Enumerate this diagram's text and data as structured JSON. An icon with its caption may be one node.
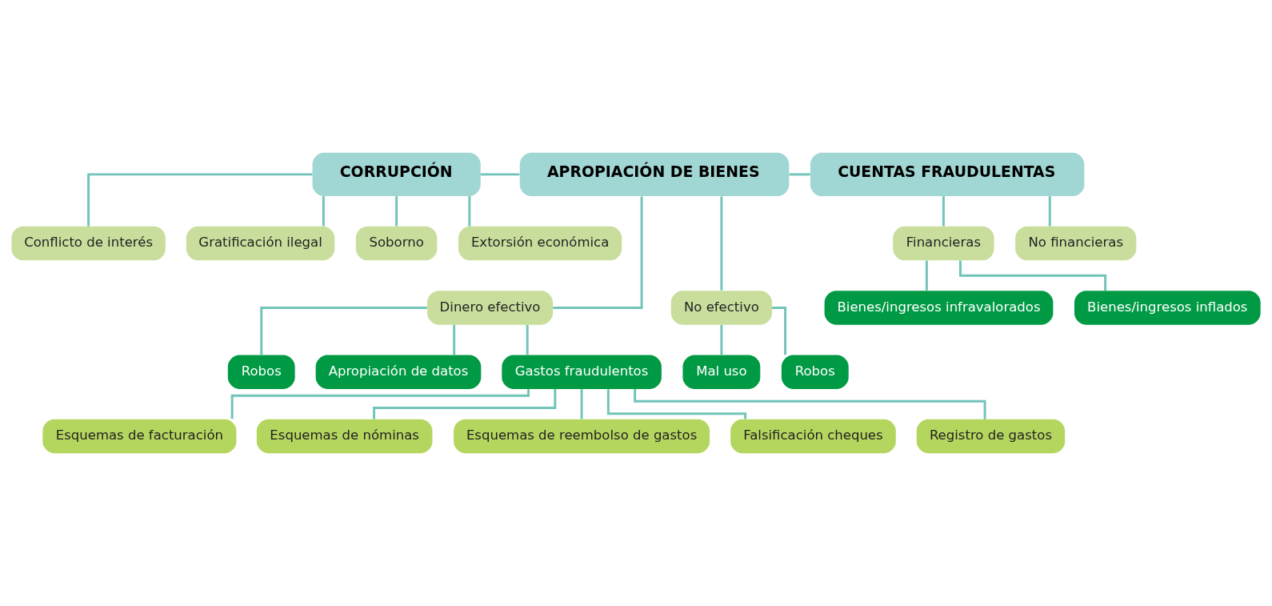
{
  "diagram": {
    "nodes": [
      {
        "text": [
          "CORRUPCIÓN"
        ]
      },
      {
        "text": [
          "APROPIACIÓN DE BIENES"
        ]
      },
      {
        "text": [
          "CUENTAS FRAUDULENTAS"
        ]
      },
      {
        "text": [
          "Conflicto de interés"
        ]
      },
      {
        "text": [
          "Gratificación ilegal"
        ]
      },
      {
        "text": [
          "Soborno"
        ]
      },
      {
        "text": [
          "Extorsión económica"
        ]
      },
      {
        "text": [
          "Financieras"
        ]
      },
      {
        "text": [
          "No financieras"
        ]
      },
      {
        "text": [
          "Bienes/ingresos infravalorados"
        ]
      },
      {
        "text": [
          "Bienes/ingresos inflados"
        ]
      },
      {
        "text": [
          "Dinero efectivo"
        ]
      },
      {
        "text": [
          "No efectivo"
        ]
      },
      {
        "text": [
          "Robos"
        ]
      },
      {
        "text": [
          "Apropiación de datos"
        ]
      },
      {
        "text": [
          "Mal uso"
        ]
      },
      {
        "text": [
          "Robos"
        ]
      },
      {
        "text": [
          "Gastos fraudulentos"
        ]
      },
      {
        "text": [
          "Esquemas de facturación"
        ]
      },
      {
        "text": [
          "Esquemas de nóminas"
        ]
      },
      {
        "text": [
          "Esquemas de reembolso de gastos"
        ]
      },
      {
        "text": [
          "Falsificación cheques"
        ]
      },
      {
        "text": [
          "Registro de gastos"
        ]
      }
    ],
    "edges": [
      {
        "from": 0,
        "to": 1,
        "arrow": "none"
      },
      {
        "from": 1,
        "to": 2,
        "arrow": "none"
      },
      {
        "from": 0,
        "to": 3,
        "arrow": "none"
      },
      {
        "from": 0,
        "to": 4,
        "arrow": "none"
      },
      {
        "from": 0,
        "to": 5,
        "arrow": "none"
      },
      {
        "from": 0,
        "to": 6,
        "arrow": "none"
      },
      {
        "from": 2,
        "to": 7,
        "arrow": "none"
      },
      {
        "from": 2,
        "to": 8,
        "arrow": "none"
      },
      {
        "from": 7,
        "to": 9,
        "arrow": "none"
      },
      {
        "from": 7,
        "to": 10,
        "arrow": "none"
      },
      {
        "from": 1,
        "to": 11,
        "arrow": "none"
      },
      {
        "from": 1,
        "to": 12,
        "arrow": "none"
      },
      {
        "from": 11,
        "to": 13,
        "arrow": "none"
      },
      {
        "from": 11,
        "to": 14,
        "arrow": "none"
      },
      {
        "from": 12,
        "to": 15,
        "arrow": "none"
      },
      {
        "from": 12,
        "to": 16,
        "arrow": "none"
      },
      {
        "from": 11,
        "to": 17,
        "arrow": "none"
      },
      {
        "from": 17,
        "to": 18,
        "arrow": "none"
      },
      {
        "from": 17,
        "to": 19,
        "arrow": "none"
      },
      {
        "from": 17,
        "to": 20,
        "arrow": "none"
      },
      {
        "from": 17,
        "to": 21,
        "arrow": "none"
      },
      {
        "from": 17,
        "to": 22,
        "arrow": "none"
      }
    ]
  }
}
